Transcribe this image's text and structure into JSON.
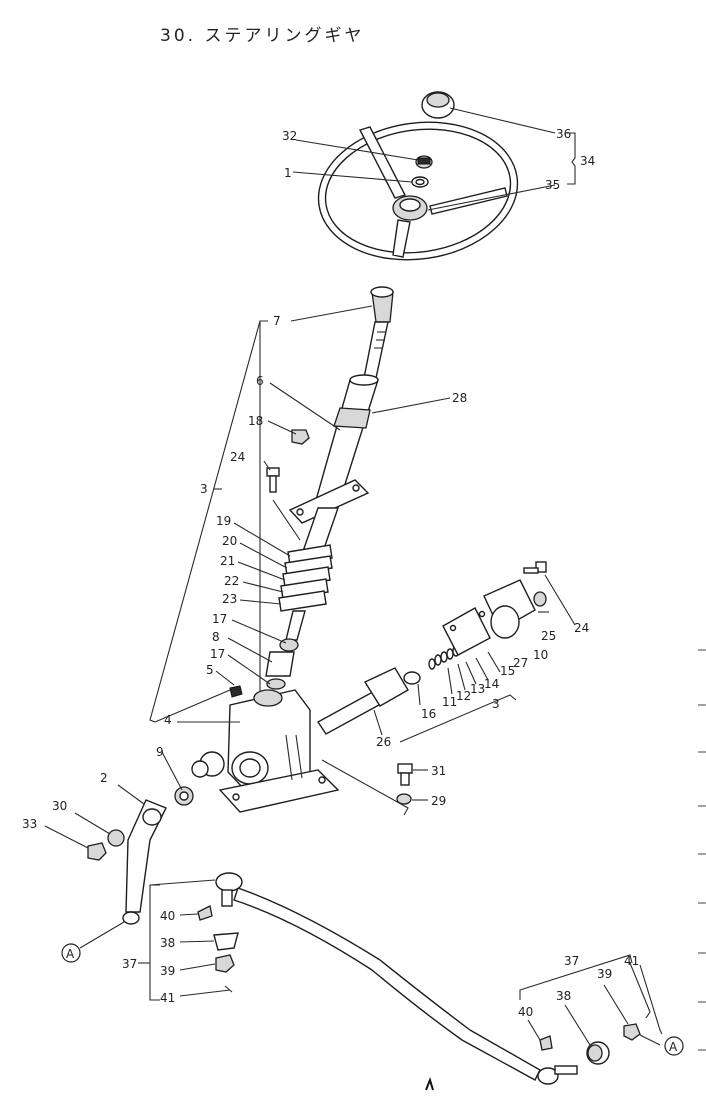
{
  "title": "30. ステアリングギヤ",
  "labels": {
    "l1": "1",
    "l2": "2",
    "l3a": "3",
    "l3b": "3",
    "l4": "4",
    "l5": "5",
    "l6": "6",
    "l7": "7",
    "l8": "8",
    "l9": "9",
    "l10": "10",
    "l11": "11",
    "l12": "12",
    "l13": "13",
    "l14": "14",
    "l15": "15",
    "l16": "16",
    "l17a": "17",
    "l17b": "17",
    "l18": "18",
    "l19": "19",
    "l20": "20",
    "l21": "21",
    "l22": "22",
    "l23": "23",
    "l24a": "24",
    "l24b": "24",
    "l25": "25",
    "l26": "26",
    "l27": "27",
    "l28": "28",
    "l29": "29",
    "l30": "30",
    "l31": "31",
    "l32": "32",
    "l33": "33",
    "l34": "34",
    "l35": "35",
    "l36": "36",
    "l37a": "37",
    "l37b": "37",
    "l38a": "38",
    "l38b": "38",
    "l39a": "39",
    "l39b": "39",
    "l40a": "40",
    "l40b": "40",
    "l41a": "41",
    "l41b": "41",
    "refA1": "A",
    "refA2": "A"
  }
}
